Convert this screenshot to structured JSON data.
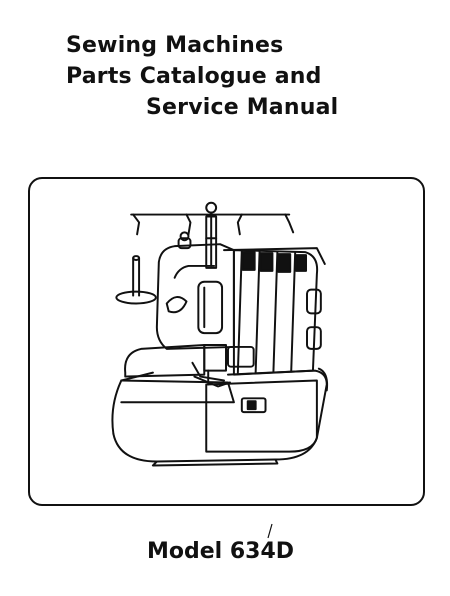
{
  "cover": {
    "title_lines": [
      "Sewing Machines",
      "Parts Catalogue and",
      "Service Manual"
    ],
    "model": "Model 634D",
    "illustration": "serger-sewing-machine-line-drawing"
  },
  "colors": {
    "ink": "#111111",
    "paper": "#ffffff"
  }
}
